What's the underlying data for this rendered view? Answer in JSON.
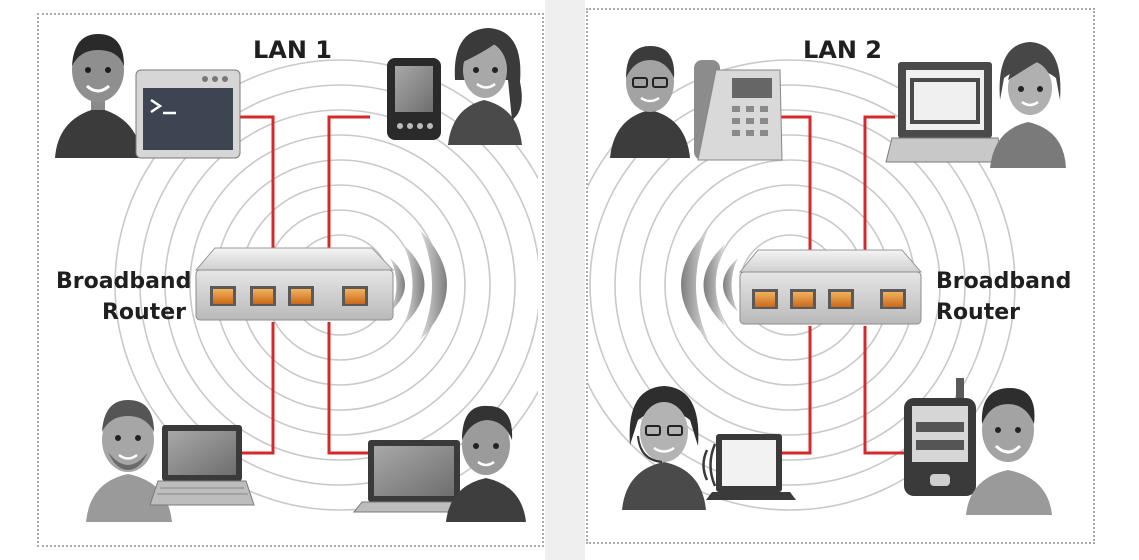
{
  "colors": {
    "link_line": "#d42a2a",
    "frame_border": "#a9a9a9",
    "port_orange": "#e08a2c",
    "gap_background": "#efefef",
    "text": "#1f1f1f"
  },
  "lan1": {
    "title": "LAN 1",
    "router_label_line1": "Broadband",
    "router_label_line2": "Router",
    "devices": [
      "terminal-window",
      "pda",
      "laptop",
      "laptop"
    ]
  },
  "lan2": {
    "title": "LAN 2",
    "router_label_line1": "Broadband",
    "router_label_line2": "Router",
    "devices": [
      "desk-phone",
      "laptop",
      "wireless-laptop",
      "mobile-phone"
    ]
  },
  "icons": [
    "user-avatar-icon",
    "terminal-window-icon",
    "pda-icon",
    "laptop-icon",
    "desk-phone-icon",
    "mobile-phone-icon",
    "router-icon",
    "wifi-waves-icon"
  ]
}
